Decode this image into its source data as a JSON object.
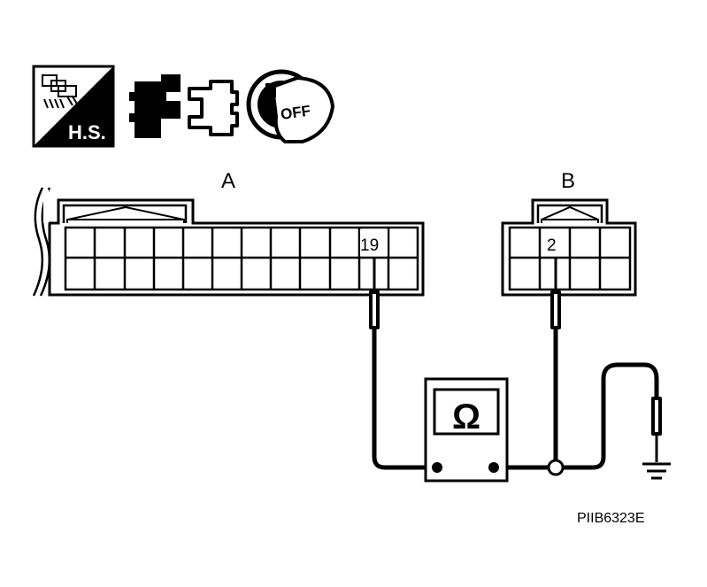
{
  "icons": {
    "hs_label": "H.S.",
    "key_label": "OFF",
    "harness_icon": "harness-disconnect-icon",
    "connector_icon": "connector-disconnect-icon",
    "ignition_icon": "ignition-key-off-icon"
  },
  "connector_a": {
    "label": "A",
    "terminal": "19"
  },
  "connector_b": {
    "label": "B",
    "terminal": "2"
  },
  "meter": {
    "symbol": "Ω",
    "meter_icon": "ohmmeter-icon"
  },
  "ground_icon": "ground-icon",
  "figure_code": "PIIB6323E"
}
